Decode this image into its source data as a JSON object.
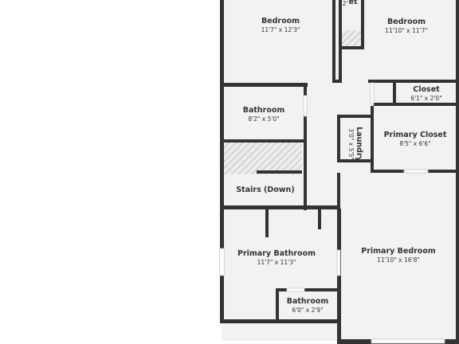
{
  "rooms": {
    "bedroom_left": {
      "name": "Bedroom",
      "dims": "11'7\" x 12'3\""
    },
    "bedroom_right": {
      "name": "Bedroom",
      "dims": "11'10\" x 11'7\""
    },
    "closet_top_partial": {
      "name": "et",
      "dims": "2'"
    },
    "closet": {
      "name": "Closet",
      "dims": "6'1\" x 2'0\""
    },
    "bathroom_upper": {
      "name": "Bathroom",
      "dims": "8'2\" x 5'0\""
    },
    "laundry": {
      "name": "Laundry",
      "dims": "3'0\" x 5'5\""
    },
    "primary_closet": {
      "name": "Primary Closet",
      "dims": "8'5\" x 6'6\""
    },
    "stairs": {
      "name": "Stairs (Down)"
    },
    "primary_bathroom": {
      "name": "Primary Bathroom",
      "dims": "11'7\" x 11'3\""
    },
    "primary_bedroom": {
      "name": "Primary Bedroom",
      "dims": "11'10\" x 16'8\""
    },
    "bathroom_lower": {
      "name": "Bathroom",
      "dims": "6'0\" x 2'9\""
    }
  }
}
